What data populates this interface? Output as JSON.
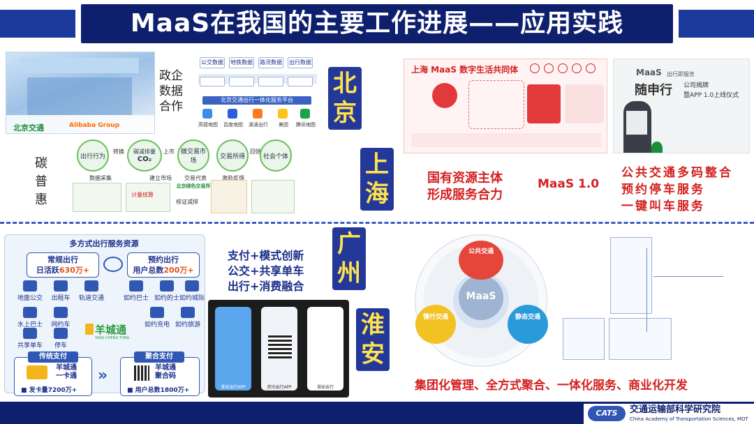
{
  "title": "MaaS在我国的主要工作进展——应用实践",
  "cities": {
    "beijing": [
      "北",
      "京"
    ],
    "shanghai": [
      "上",
      "海"
    ],
    "guangzhou": [
      "广",
      "州"
    ],
    "huaian": [
      "淮",
      "安"
    ]
  },
  "beijing": {
    "gov_label": [
      "政企",
      "数据",
      "合作"
    ],
    "logos": [
      "北京交通",
      "Alibaba Group"
    ],
    "data_sources": [
      "公交数据",
      "地铁数据",
      "路况数据",
      "出行数据"
    ],
    "hub_label": "北京交通出行一体化服务平台",
    "map_apps": [
      "高德地图",
      "百度地图",
      "滴滴出行",
      "美团",
      "腾讯地图"
    ]
  },
  "carbon": {
    "vertical_label": [
      "碳",
      "普",
      "惠"
    ],
    "steps": [
      "出行行为",
      "碳减排量",
      "碳交易市场",
      "交易所得",
      "社会个体"
    ],
    "step_arrows": [
      "转换",
      "上市",
      "",
      "回馈"
    ],
    "co2": "CO₂",
    "market_logos": [
      "北京绿色交易所"
    ],
    "notes": [
      "数据采集",
      "建立市场",
      "交易代表",
      "激励反馈",
      "核证减排",
      "计量核算"
    ]
  },
  "shanghai": {
    "banner_title": "上海 MaaS 数字生活共同体",
    "app_brand_line1": "MaaS",
    "app_brand_tag": "出行即服务",
    "app_brand_name": "随申行",
    "app_brand_sub1": "公司揭牌",
    "app_brand_sub2": "暨APP 1.0上线仪式",
    "slogan_left": [
      "国有资源主体",
      "形成服务合力"
    ],
    "slogan_mid": "MaaS 1.0",
    "slogan_right": [
      "公共交通多码整合",
      "预约停车服务",
      "一键叫车服务"
    ]
  },
  "guangzhou": {
    "panel_title": "多方式出行服务资源",
    "stat_left_title": "常规出行",
    "stat_left_value_prefix": "日活跃",
    "stat_left_value": "630万+",
    "stat_right_title": "预约出行",
    "stat_right_value_prefix": "用户总数",
    "stat_right_value": "200万+",
    "services_left": [
      "地面公交",
      "出租车",
      "轨道交通",
      "水上巴士",
      "网约车",
      "共享单车",
      "停车"
    ],
    "services_right": [
      "如约巴士",
      "如约的士",
      "如约城际",
      "如约充电",
      "如约旅游"
    ],
    "brand": "羊城通",
    "brand_en": "YANG CHENG TONG",
    "pay_traditional_label": "传统支付",
    "pay_traditional_card": [
      "羊城通",
      "一卡通"
    ],
    "pay_traditional_stat": "发卡量7200万+",
    "pay_aggregate_label": "聚合支付",
    "pay_aggregate_card": [
      "羊城通",
      "聚合码"
    ],
    "pay_aggregate_stat": "用户总数1800万+",
    "slogans": [
      "支付+模式创新",
      "公交+共享单车",
      "出行+消费融合"
    ],
    "phone_captions": [
      "淮安出行APP",
      "资讯出行APP",
      "淮安出行"
    ]
  },
  "huaian": {
    "circle_center": "MaaS",
    "circle_segments": [
      "公共交通",
      "慢行交通",
      "静态交通"
    ],
    "bottom_slogan": "集团化管理、全方式聚合、一体化服务、商业化开发"
  },
  "footer": {
    "logo_text": "CATS",
    "org_cn": "交通运输部科学研究院",
    "org_en": "China Academy of Transportation Sciences, MOT"
  },
  "colors": {
    "navy": "#0e1f6e",
    "accent_blue": "#24389a",
    "city_text": "#ffe34d",
    "red": "#d42020",
    "orange": "#e0521a"
  }
}
